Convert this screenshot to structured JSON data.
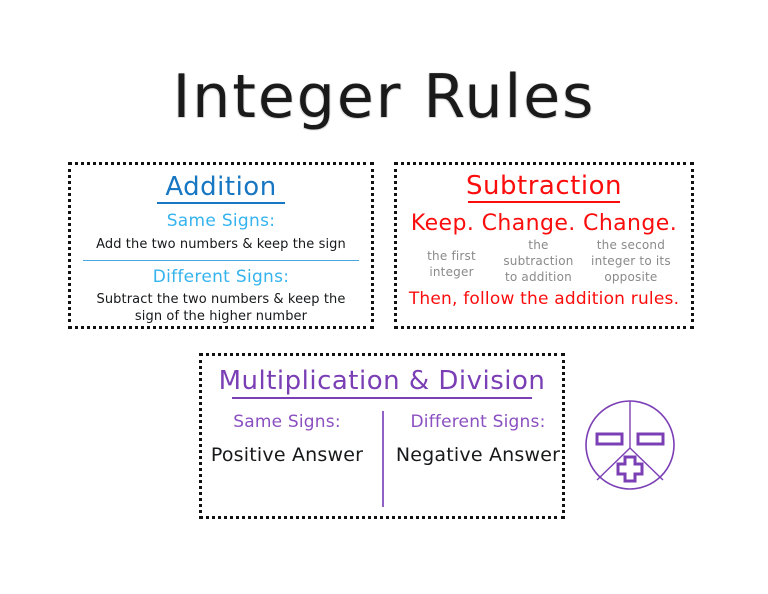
{
  "title": "Integer Rules",
  "colors": {
    "addition_heading": "#1877c2",
    "addition_subhead": "#35b3ef",
    "addition_divider": "#4aa8de",
    "subtraction": "#fb0d0d",
    "subtraction_gray": "#8a8a8a",
    "multiplication": "#7b3fb5",
    "multiplication_divider": "#9062c6",
    "body_text": "#17181a",
    "border": "#111111"
  },
  "addition": {
    "heading": "Addition",
    "same_signs_label": "Same Signs:",
    "same_signs_rule": "Add the two numbers & keep the sign",
    "different_signs_label": "Different Signs:",
    "different_signs_rule_line1": "Subtract the two numbers & keep the",
    "different_signs_rule_line2": "sign of the higher number"
  },
  "subtraction": {
    "heading": "Subtraction",
    "mnemonic": "Keep. Change. Change.",
    "columns": [
      {
        "line1": "the first",
        "line2": "integer",
        "line3": ""
      },
      {
        "line1": "the",
        "line2": "subtraction",
        "line3": "to addition"
      },
      {
        "line1": "the second",
        "line2": "integer to its",
        "line3": "opposite"
      }
    ],
    "footer": "Then, follow the addition rules."
  },
  "multiplication": {
    "heading": "Multiplication & Division",
    "same_signs_label": "Same Signs:",
    "same_signs_answer": "Positive Answer",
    "different_signs_label": "Different Signs:",
    "different_signs_answer": "Negative Answer"
  },
  "sign_circle": {
    "name": "sign-rules-circle",
    "sectors": [
      {
        "position": "top-left",
        "sign": "minus"
      },
      {
        "position": "top-right",
        "sign": "minus"
      },
      {
        "position": "bottom",
        "sign": "plus"
      }
    ]
  }
}
